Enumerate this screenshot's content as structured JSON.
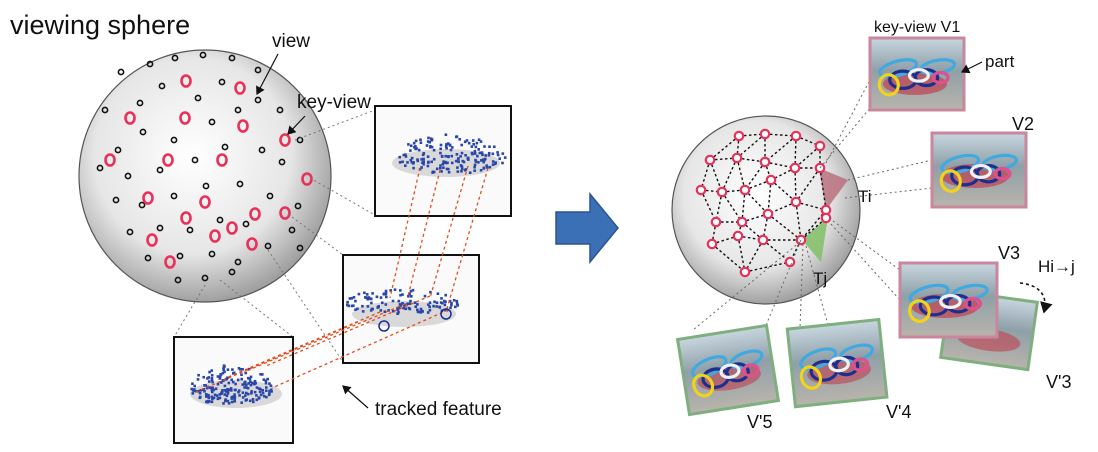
{
  "labels": {
    "title": "viewing sphere",
    "view": "view",
    "key_view": "key-view",
    "tracked_feature": "tracked feature",
    "key_view_v1": "key-view V1",
    "part": "part",
    "v2": "V2",
    "v3": "V3",
    "ti": "Ti",
    "tj": "Tj",
    "h": "Hi→j",
    "vp3": "V'3",
    "vp4": "V'4",
    "vp5": "V'5"
  },
  "colors": {
    "key_view_ring": "#e8305a",
    "view_ring": "#111111",
    "feature_dots": "#2a46a8",
    "track_lines": "#e64a19",
    "arrow": "#3b6fb6",
    "mesh_node": "#e8305a",
    "triangle_i": "#b8707c",
    "triangle_j": "#86c06c",
    "frame_key": "#c9879c",
    "frame_derived": "#7fae7f",
    "part_colors": [
      "#3fa9e0",
      "#1c2f8f",
      "#f2d21b",
      "#f1f1f1",
      "#e0508c"
    ]
  }
}
